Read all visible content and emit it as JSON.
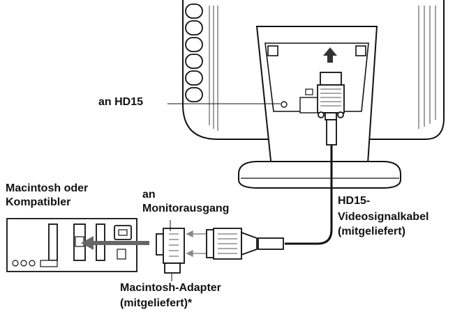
{
  "labels": {
    "hd15_port": "an HD15",
    "mac_line1": "Macintosh oder",
    "mac_line2": "Kompatibler",
    "output_line1": "an",
    "output_line2": "Monitorausgang",
    "cable_line1": "HD15-",
    "cable_line2": "Videosignalkabel",
    "cable_line3": "(mitgeliefert)",
    "adapter_line1": "Macintosh-Adapter",
    "adapter_line2": "(mitgeliefert)*"
  }
}
